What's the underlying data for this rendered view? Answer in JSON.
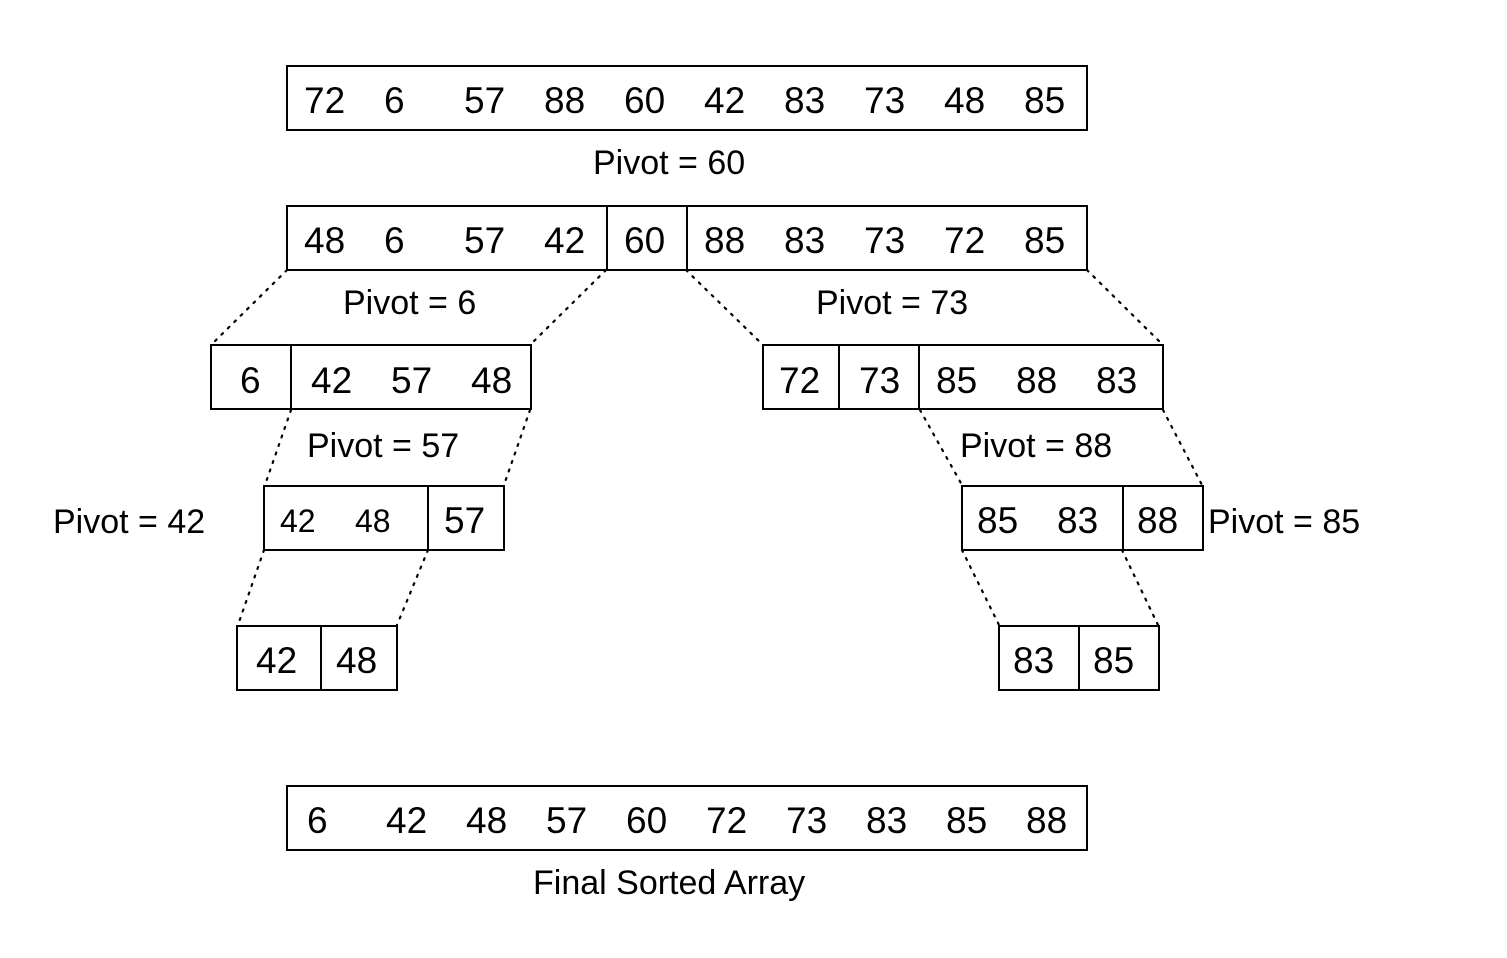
{
  "arrays": {
    "initial": [
      "72",
      "6",
      "57",
      "88",
      "60",
      "42",
      "83",
      "73",
      "48",
      "85"
    ],
    "partition_1": {
      "left": [
        "48",
        "6",
        "57",
        "42"
      ],
      "pivot": [
        "60"
      ],
      "right": [
        "88",
        "83",
        "73",
        "72",
        "85"
      ]
    },
    "left_1": {
      "pivot": [
        "6"
      ],
      "rest": [
        "42",
        "57",
        "48"
      ]
    },
    "right_1": {
      "left": [
        "72"
      ],
      "pivot": [
        "73"
      ],
      "rest": [
        "85",
        "88",
        "83"
      ]
    },
    "left_2": {
      "rest": [
        "42",
        "48"
      ],
      "pivot": [
        "57"
      ]
    },
    "right_2": {
      "rest": [
        "85",
        "83"
      ],
      "pivot": [
        "88"
      ]
    },
    "left_3": [
      "42",
      "48"
    ],
    "right_3": [
      "83",
      "85"
    ],
    "final": [
      "6",
      "42",
      "48",
      "57",
      "60",
      "72",
      "73",
      "83",
      "85",
      "88"
    ]
  },
  "labels": {
    "pivot_60": "Pivot = 60",
    "pivot_6": "Pivot = 6",
    "pivot_73": "Pivot = 73",
    "pivot_57": "Pivot = 57",
    "pivot_88": "Pivot = 88",
    "pivot_42": "Pivot = 42",
    "pivot_85": "Pivot = 85",
    "final_sorted": "Final Sorted Array"
  }
}
